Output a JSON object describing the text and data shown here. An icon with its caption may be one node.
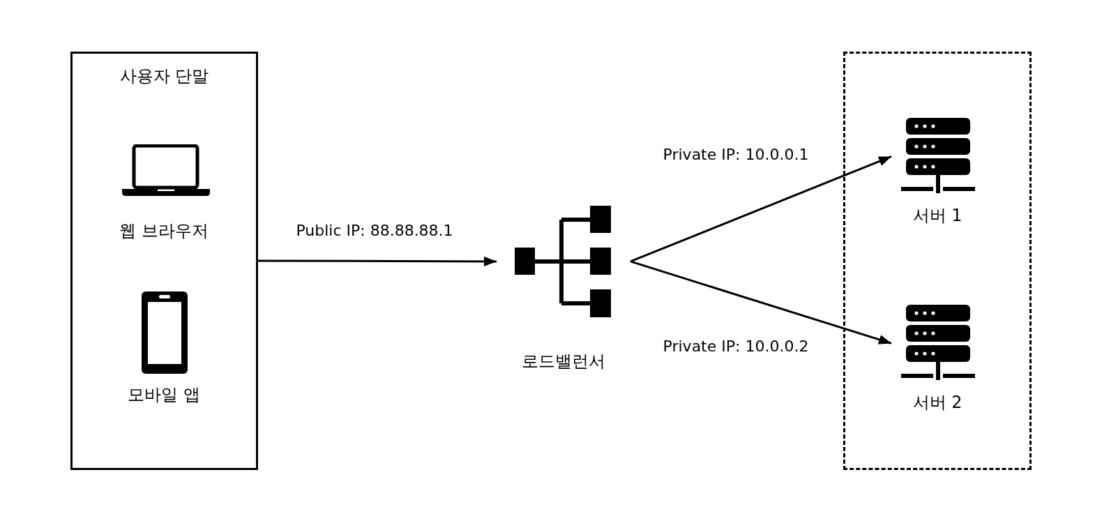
{
  "diagram": {
    "nodes": [
      {
        "text": [
          "사용자 단말"
        ]
      },
      {
        "text": [
          "웹 브라우저"
        ],
        "in": 0
      },
      {
        "text": [
          "모바일 앱"
        ],
        "in": 0
      },
      {
        "text": [
          "로드밸런서"
        ]
      },
      {
        "text": [],
        "shape": "box"
      },
      {
        "text": [
          "서버 1"
        ],
        "in": 4
      },
      {
        "text": [
          "서버 2"
        ],
        "in": 4
      }
    ],
    "edges": [
      {
        "from": 0,
        "to": 3,
        "arrow": "to",
        "label": "Public IP: 88.88.88.1"
      },
      {
        "from": 3,
        "to": 5,
        "arrow": "to",
        "label": "Private IP: 10.0.0.1"
      },
      {
        "from": 3,
        "to": 6,
        "arrow": "to",
        "label": "Private IP: 10.0.0.2"
      }
    ]
  }
}
